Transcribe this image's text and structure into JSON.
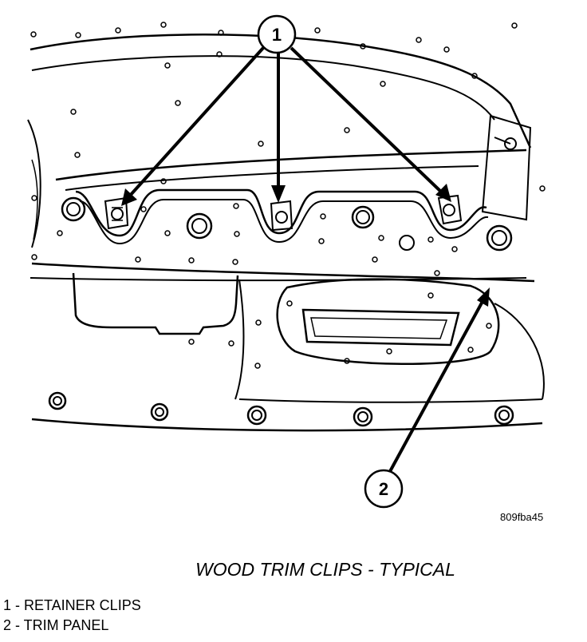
{
  "figure": {
    "id": "809fba45",
    "caption": "WOOD TRIM CLIPS - TYPICAL"
  },
  "callouts": [
    {
      "number": "1"
    },
    {
      "number": "2"
    }
  ],
  "legend": [
    {
      "text": "1 - RETAINER CLIPS"
    },
    {
      "text": "2 - TRIM PANEL"
    }
  ],
  "colors": {
    "line": "#000000",
    "background": "#ffffff"
  }
}
